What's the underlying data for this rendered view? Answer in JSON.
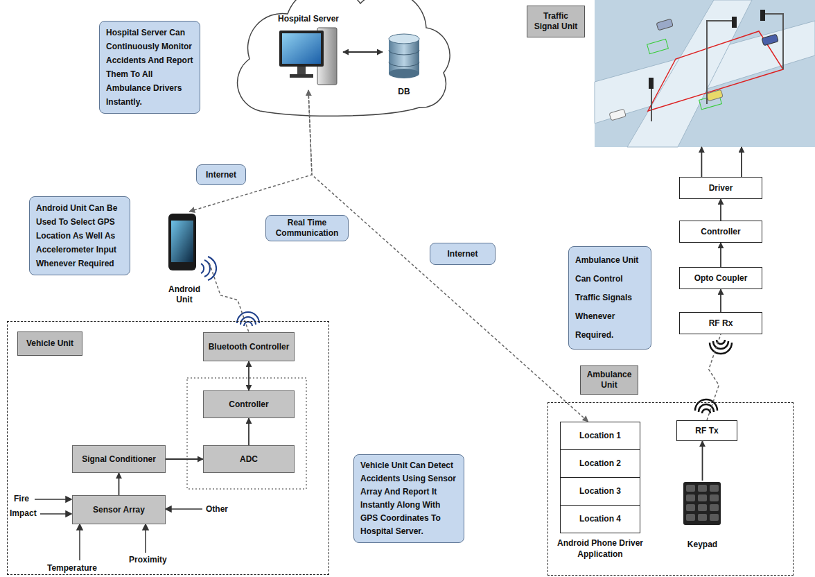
{
  "diagram": {
    "nodes": [
      {
        "text": [
          "Hospital Server Can Continuously Monitor Accidents And Report Them To All Ambulance Drivers Instantly."
        ]
      },
      {
        "text": [
          "Hospital Server"
        ]
      },
      {
        "text": [
          "DB"
        ]
      },
      {
        "text": [
          "Traffic Signal Unit"
        ]
      },
      {
        "text": [
          "Internet"
        ]
      },
      {
        "text": [
          "Android Unit Can Be Used To Select GPS Location As Well As Accelerometer Input Whenever Required"
        ]
      },
      {
        "text": [
          "Android Unit"
        ]
      },
      {
        "text": [
          "Real Time Communication"
        ]
      },
      {
        "text": [
          "Internet"
        ]
      },
      {
        "text": [
          "Driver"
        ]
      },
      {
        "text": [
          "Controller"
        ]
      },
      {
        "text": [
          "Opto Coupler"
        ]
      },
      {
        "text": [
          "RF Rx"
        ]
      },
      {
        "text": [
          "Ambulance Unit Can Control Traffic Signals Whenever Required."
        ]
      },
      {
        "text": [
          "Vehicle Unit"
        ]
      },
      {
        "text": [
          "Bluetooth Controller"
        ],
        "in": 14
      },
      {
        "text": [
          "Controller"
        ],
        "in": 14
      },
      {
        "text": [
          "Signal Conditioner"
        ],
        "in": 14
      },
      {
        "text": [
          "ADC"
        ],
        "in": 14
      },
      {
        "text": [
          "Sensor Array"
        ],
        "in": 14
      },
      {
        "text": [
          "Vehicle Unit Can Detect Accidents Using Sensor Array And Report It Instantly Along With GPS Coordinates To Hospital Server."
        ]
      },
      {
        "text": [
          "Ambulance Unit"
        ]
      },
      {
        "text": [
          "Android Phone Driver Application"
        ],
        "in": 21
      },
      {
        "text": [
          "Location 1"
        ],
        "in": 22
      },
      {
        "text": [
          "Location 2"
        ],
        "in": 22
      },
      {
        "text": [
          "Location 3"
        ],
        "in": 22
      },
      {
        "text": [
          "Location 4"
        ],
        "in": 22
      },
      {
        "text": [
          "RF Tx"
        ],
        "in": 21
      },
      {
        "text": [
          "Keypad"
        ],
        "in": 21
      }
    ],
    "edges": [
      {
        "from": 1,
        "to": 2,
        "arrow": "both"
      },
      {
        "from": 6,
        "to": 1,
        "arrow": "both"
      },
      {
        "from": 1,
        "to": 23,
        "arrow": "to"
      },
      {
        "from": 6,
        "to": 15,
        "arrow": "none"
      },
      {
        "from": 15,
        "to": 16,
        "arrow": "both"
      },
      {
        "from": 18,
        "to": 16,
        "arrow": "to"
      },
      {
        "from": 17,
        "to": 18,
        "arrow": "to"
      },
      {
        "from": 19,
        "to": 17,
        "arrow": "to"
      },
      {
        "from": 28,
        "to": 27,
        "arrow": "to"
      },
      {
        "from": 27,
        "to": 12,
        "arrow": "none"
      },
      {
        "from": 12,
        "to": 11,
        "arrow": "to"
      },
      {
        "from": 11,
        "to": 10,
        "arrow": "to"
      },
      {
        "from": 10,
        "to": 9,
        "arrow": "to"
      },
      {
        "from": 9,
        "to": 3,
        "arrow": "to"
      },
      {
        "from": 9,
        "to": 3,
        "arrow": "to"
      }
    ],
    "labels": [
      "Fire",
      "Impact",
      "Other",
      "Temperature",
      "Proximity"
    ]
  }
}
